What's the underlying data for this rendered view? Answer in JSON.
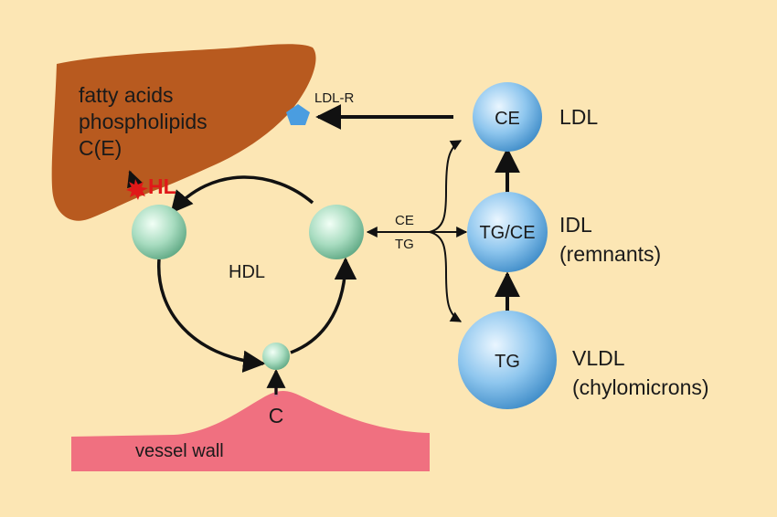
{
  "liver": {
    "line1": "fatty acids",
    "line2": "phospholipids",
    "line3": "C(E)",
    "color": "#b85a1f"
  },
  "receptor": {
    "label": "LDL-R",
    "color": "#4a9de0"
  },
  "hepatic_lipase": {
    "label": "HL",
    "color": "#e01818"
  },
  "hdl": {
    "label": "HDL",
    "sphere_color": "#a8dcc0"
  },
  "exchange": {
    "upper": "CE",
    "lower": "TG"
  },
  "particles": {
    "ldl": {
      "core": "CE",
      "name": "LDL"
    },
    "idl": {
      "core": "TG/CE",
      "name": "IDL",
      "subname": "(remnants)"
    },
    "vldl": {
      "core": "TG",
      "name": "VLDL",
      "subname": "(chylomicrons)"
    },
    "sphere_color": "#8ec6ee"
  },
  "vessel": {
    "label": "vessel wall",
    "cholesterol": "C",
    "color": "#f07080"
  },
  "background_color": "#fce6b4"
}
